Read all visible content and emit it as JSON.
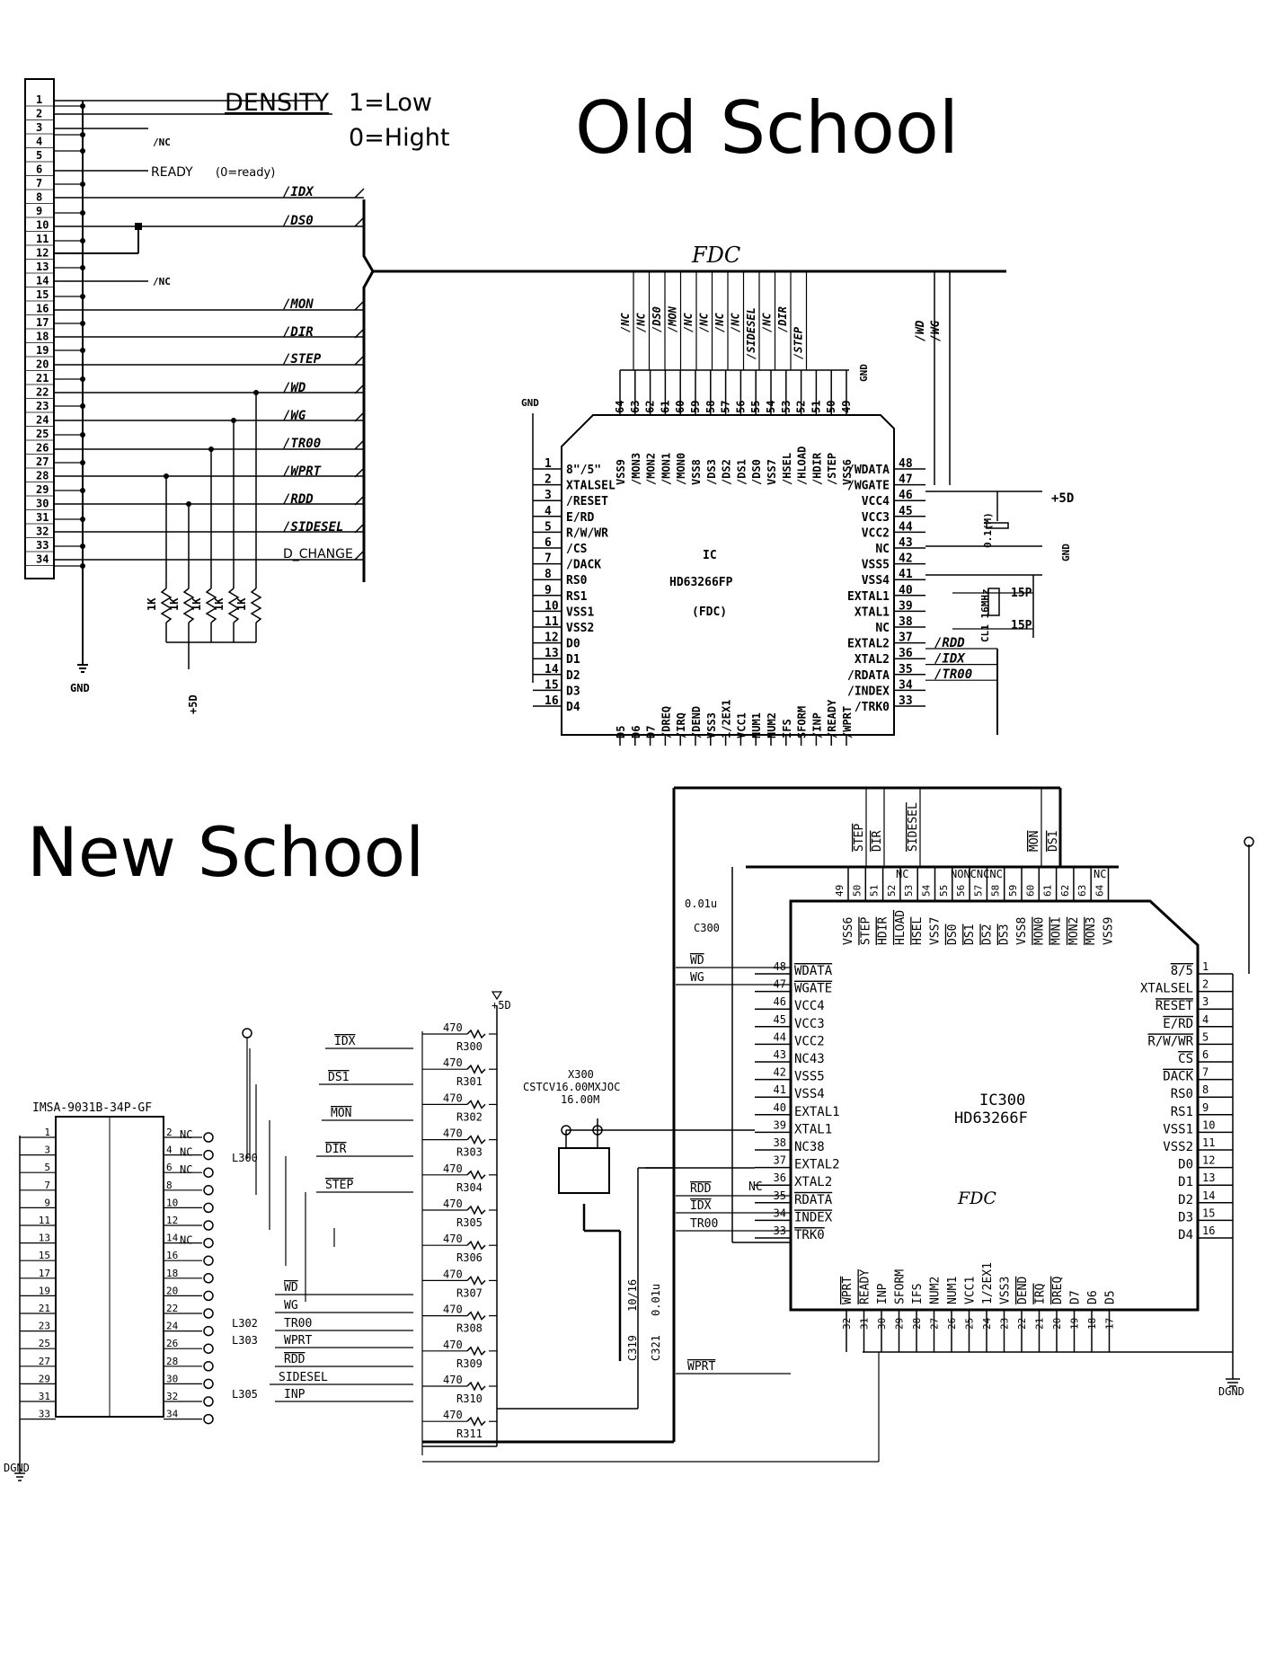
{
  "old": {
    "title": "Old School",
    "density_label": "DENSITY",
    "density_low": "1=Low",
    "density_high": "0=Hight",
    "ready_label": "READY",
    "ready_note": "(0=ready)",
    "nc": "/NC",
    "gnd": "GND",
    "plus5d": "+5D",
    "res": "1K",
    "connector_pins": [
      "1",
      "2",
      "3",
      "4",
      "5",
      "6",
      "7",
      "8",
      "9",
      "10",
      "11",
      "12",
      "13",
      "14",
      "15",
      "16",
      "17",
      "18",
      "19",
      "20",
      "21",
      "22",
      "23",
      "24",
      "25",
      "26",
      "27",
      "28",
      "29",
      "30",
      "31",
      "32",
      "33",
      "34"
    ],
    "signals": [
      "/IDX",
      "/DS0",
      "/MON",
      "/DIR",
      "/STEP",
      "/WD",
      "/WG",
      "/TR00",
      "/WPRT",
      "/RDD",
      "/SIDESEL",
      "D_CHANGE"
    ],
    "fdc_label": "FDC",
    "ic_ref": "IC",
    "ic_part": "HD63266FP",
    "ic_fdc": "(FDC)",
    "left_pins": [
      {
        "n": "1",
        "s": "8\"/5\""
      },
      {
        "n": "2",
        "s": "XTALSEL"
      },
      {
        "n": "3",
        "s": "/RESET"
      },
      {
        "n": "4",
        "s": "E/RD"
      },
      {
        "n": "5",
        "s": "R/W/WR"
      },
      {
        "n": "6",
        "s": "/CS"
      },
      {
        "n": "7",
        "s": "/DACK"
      },
      {
        "n": "8",
        "s": "RS0"
      },
      {
        "n": "9",
        "s": "RS1"
      },
      {
        "n": "10",
        "s": "VSS1"
      },
      {
        "n": "11",
        "s": "VSS2"
      },
      {
        "n": "12",
        "s": "D0"
      },
      {
        "n": "13",
        "s": "D1"
      },
      {
        "n": "14",
        "s": "D2"
      },
      {
        "n": "15",
        "s": "D3"
      },
      {
        "n": "16",
        "s": "D4"
      }
    ],
    "right_pins": [
      {
        "n": "48",
        "s": "/WDATA"
      },
      {
        "n": "47",
        "s": "/WGATE"
      },
      {
        "n": "46",
        "s": "VCC4"
      },
      {
        "n": "45",
        "s": "VCC3"
      },
      {
        "n": "44",
        "s": "VCC2"
      },
      {
        "n": "43",
        "s": "NC"
      },
      {
        "n": "42",
        "s": "VSS5"
      },
      {
        "n": "41",
        "s": "VSS4"
      },
      {
        "n": "40",
        "s": "EXTAL1"
      },
      {
        "n": "39",
        "s": "XTAL1"
      },
      {
        "n": "38",
        "s": "NC"
      },
      {
        "n": "37",
        "s": "EXTAL2"
      },
      {
        "n": "36",
        "s": "XTAL2"
      },
      {
        "n": "35",
        "s": "/RDATA"
      },
      {
        "n": "34",
        "s": "/INDEX"
      },
      {
        "n": "33",
        "s": "/TRK0"
      }
    ],
    "top_pins": [
      {
        "n": "64",
        "s": "VSS9"
      },
      {
        "n": "63",
        "s": "/MON3"
      },
      {
        "n": "62",
        "s": "/MON2"
      },
      {
        "n": "61",
        "s": "/MON1"
      },
      {
        "n": "60",
        "s": "/MON0"
      },
      {
        "n": "59",
        "s": "VSS8"
      },
      {
        "n": "58",
        "s": "/DS3"
      },
      {
        "n": "57",
        "s": "/DS2"
      },
      {
        "n": "56",
        "s": "/DS1"
      },
      {
        "n": "55",
        "s": "/DS0"
      },
      {
        "n": "54",
        "s": "VSS7"
      },
      {
        "n": "53",
        "s": "/HSEL"
      },
      {
        "n": "52",
        "s": "/HLOAD"
      },
      {
        "n": "51",
        "s": "/HDIR"
      },
      {
        "n": "50",
        "s": "/STEP"
      },
      {
        "n": "49",
        "s": "VSS6"
      }
    ],
    "top_nets": [
      "/NC",
      "/NC",
      "/DS0",
      "/MON",
      "/NC",
      "/NC",
      "/NC",
      "/NC",
      "/SIDESEL",
      "/NC",
      "/DIR",
      "/STEP"
    ],
    "bottom_pins": [
      "D5",
      "D6",
      "D7",
      "/DREQ",
      "/IRQ",
      "/DEND",
      "VSS3",
      "1/2EX1",
      "VCC1",
      "NUM1",
      "NUM2",
      "IFS",
      "SFORM",
      "/INP",
      "/READY",
      "/WPRT"
    ],
    "right_nets": [
      "/WD",
      "/WG"
    ],
    "right_bottom_nets": [
      "/RDD",
      "/IDX",
      "/TR00"
    ],
    "plus5d_right": "+5D",
    "cap": "0.1(M)",
    "xtal": "CL1 16MHz",
    "cap15": "15P",
    "cap15b": "15P"
  },
  "new": {
    "title": "New School",
    "connector_part": "IMSA-9031B-34P-GF",
    "left_pins": [
      "1",
      "3",
      "5",
      "7",
      "9",
      "11",
      "13",
      "15",
      "17",
      "19",
      "21",
      "23",
      "25",
      "27",
      "29",
      "31",
      "33"
    ],
    "right_pins": [
      "2",
      "4",
      "6",
      "8",
      "10",
      "12",
      "14",
      "16",
      "18",
      "20",
      "22",
      "24",
      "26",
      "28",
      "30",
      "32",
      "34"
    ],
    "nc": "NC",
    "signals": [
      "IDX",
      "DS1",
      "MON",
      "DIR",
      "STEP",
      "WD",
      "WG",
      "TR00",
      "WPRT",
      "RDD",
      "SIDESEL",
      "INP"
    ],
    "inductors": [
      "L300",
      "L302",
      "L303",
      "L305"
    ],
    "res_value": "470",
    "resistors": [
      "R300",
      "R301",
      "R302",
      "R303",
      "R304",
      "R305",
      "R306",
      "R307",
      "R308",
      "R309",
      "R310",
      "R311"
    ],
    "plus5d": "+5D",
    "xtal_ref": "X300",
    "xtal_part": "CSTCV16.00MXJOC",
    "xtal_freq": "16.00M",
    "c319": "C319",
    "c319_val": "10/16",
    "c321": "C321",
    "c321_val": "0.01u",
    "c300": "C300",
    "c300_val": "0.01u",
    "ic_ref": "IC300",
    "ic_part": "HD63266F",
    "ic_fdc": "FDC",
    "dgnd": "DGND",
    "dgnd_left": "DGND",
    "top_nets": [
      "STEP",
      "DIR",
      "SIDESEL",
      "MON",
      "DS1"
    ],
    "top_nc": [
      "NC",
      "NONCNCNC",
      "NC"
    ],
    "top_pins": [
      {
        "n": "49",
        "s": "VSS6"
      },
      {
        "n": "50",
        "s": "STEP"
      },
      {
        "n": "51",
        "s": "HDIR"
      },
      {
        "n": "52",
        "s": "HLOAD"
      },
      {
        "n": "53",
        "s": "HSEL"
      },
      {
        "n": "54",
        "s": "VSS7"
      },
      {
        "n": "55",
        "s": "DS0"
      },
      {
        "n": "56",
        "s": "DS1"
      },
      {
        "n": "57",
        "s": "DS2"
      },
      {
        "n": "58",
        "s": "DS3"
      },
      {
        "n": "59",
        "s": "VSS8"
      },
      {
        "n": "60",
        "s": "MON0"
      },
      {
        "n": "61",
        "s": "MON1"
      },
      {
        "n": "62",
        "s": "MON2"
      },
      {
        "n": "63",
        "s": "MON3"
      },
      {
        "n": "64",
        "s": "VSS9"
      }
    ],
    "left_ic_pins": [
      {
        "n": "48",
        "s": "WDATA"
      },
      {
        "n": "47",
        "s": "WGATE"
      },
      {
        "n": "46",
        "s": "VCC4"
      },
      {
        "n": "45",
        "s": "VCC3"
      },
      {
        "n": "44",
        "s": "VCC2"
      },
      {
        "n": "43",
        "s": "NC43"
      },
      {
        "n": "42",
        "s": "VSS5"
      },
      {
        "n": "41",
        "s": "VSS4"
      },
      {
        "n": "40",
        "s": "EXTAL1"
      },
      {
        "n": "39",
        "s": "XTAL1"
      },
      {
        "n": "38",
        "s": "NC38"
      },
      {
        "n": "37",
        "s": "EXTAL2"
      },
      {
        "n": "36",
        "s": "XTAL2"
      },
      {
        "n": "35",
        "s": "RDATA"
      },
      {
        "n": "34",
        "s": "INDEX"
      },
      {
        "n": "33",
        "s": "TRK0"
      }
    ],
    "right_ic_pins": [
      {
        "n": "1",
        "s": "8/5"
      },
      {
        "n": "2",
        "s": "XTALSEL"
      },
      {
        "n": "3",
        "s": "RESET"
      },
      {
        "n": "4",
        "s": "E/RD"
      },
      {
        "n": "5",
        "s": "R/W/WR"
      },
      {
        "n": "6",
        "s": "CS"
      },
      {
        "n": "7",
        "s": "DACK"
      },
      {
        "n": "8",
        "s": "RS0"
      },
      {
        "n": "9",
        "s": "RS1"
      },
      {
        "n": "10",
        "s": "VSS1"
      },
      {
        "n": "11",
        "s": "VSS2"
      },
      {
        "n": "12",
        "s": "D0"
      },
      {
        "n": "13",
        "s": "D1"
      },
      {
        "n": "14",
        "s": "D2"
      },
      {
        "n": "15",
        "s": "D3"
      },
      {
        "n": "16",
        "s": "D4"
      }
    ],
    "bottom_ic_pins": [
      {
        "n": "32",
        "s": "WPRT"
      },
      {
        "n": "31",
        "s": "READY"
      },
      {
        "n": "30",
        "s": "INP"
      },
      {
        "n": "29",
        "s": "SFORM"
      },
      {
        "n": "28",
        "s": "IFS"
      },
      {
        "n": "27",
        "s": "NUM2"
      },
      {
        "n": "26",
        "s": "NUM1"
      },
      {
        "n": "25",
        "s": "VCC1"
      },
      {
        "n": "24",
        "s": "1/2EX1"
      },
      {
        "n": "23",
        "s": "VSS3"
      },
      {
        "n": "22",
        "s": "DEND"
      },
      {
        "n": "21",
        "s": "IRQ"
      },
      {
        "n": "20",
        "s": "DREQ"
      },
      {
        "n": "19",
        "s": "D7"
      },
      {
        "n": "18",
        "s": "D6"
      },
      {
        "n": "17",
        "s": "D5"
      }
    ],
    "left_nets": [
      "WD",
      "WG",
      "RDD",
      "IDX",
      "TR00",
      "WPRT"
    ],
    "nc_pin": "NC"
  }
}
